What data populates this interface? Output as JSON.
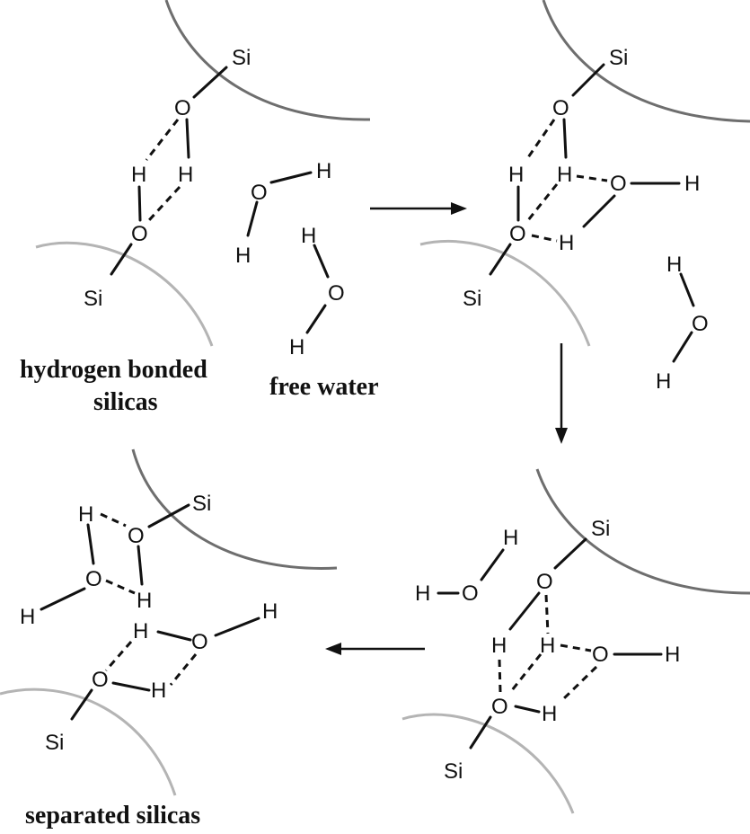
{
  "captions": {
    "hydrogen_bonded_line1": "hydrogen bonded",
    "hydrogen_bonded_line2": "silicas",
    "free_water": "free water",
    "separated_silicas": "separated silicas"
  },
  "atoms": {
    "si": "Si",
    "o": "O",
    "h": "H"
  },
  "colors": {
    "ink": "#111111",
    "surface_dark": "#6e6e6e",
    "surface_light": "#b4b4b4"
  }
}
